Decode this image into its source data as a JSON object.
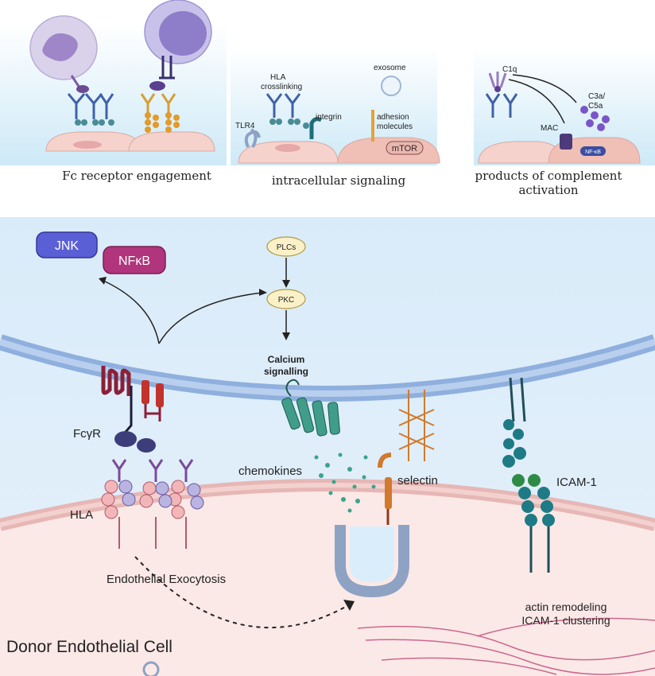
{
  "top_panels": {
    "fc": {
      "caption": "Fc receptor engagement"
    },
    "signaling": {
      "caption": "intracellular signaling",
      "labels": {
        "hla": "HLA",
        "crosslinking": "crosslinking",
        "integrin": "integrin",
        "tlr4": "TLR4",
        "exosome": "exosome",
        "adhesion": "adhesion",
        "molecules": "molecules",
        "mtor": "mTOR"
      }
    },
    "complement": {
      "caption_line1": "products of complement",
      "caption_line2": "activation",
      "labels": {
        "c1q": "C1q",
        "c3a": "C3a/",
        "c5a": "C5a",
        "mac": "MAC",
        "nfkb": "NF-κB"
      }
    }
  },
  "main": {
    "jnk": "JNK",
    "nfkb": "NFκB",
    "plcs": "PLCs",
    "pkc": "PKC",
    "calcium_line1": "Calcium",
    "calcium_line2": "signalling",
    "fcgr": "FcγR",
    "hla": "HLA",
    "chemokines": "chemokines",
    "selectin": "selectin",
    "icam1": "ICAM-1",
    "exocytosis": "Endothelial Exocytosis",
    "actin": "actin remodeling",
    "clustering": "ICAM-1 clustering",
    "donor": "Donor Endothelial Cell"
  },
  "colors": {
    "jnk_fill": "#5b5fd6",
    "nfkb_fill": "#b0357c",
    "antibody_blue": "#3f62a8",
    "receptor_teal": "#4a8c95",
    "cell_pink": "#f5d3cc",
    "membrane_blue": "#8fb0de",
    "membrane_pink": "#e6b7b5",
    "selectin_orange": "#d07a2d",
    "icam_teal": "#1e7b86",
    "channel_green": "#3f9d8a"
  }
}
